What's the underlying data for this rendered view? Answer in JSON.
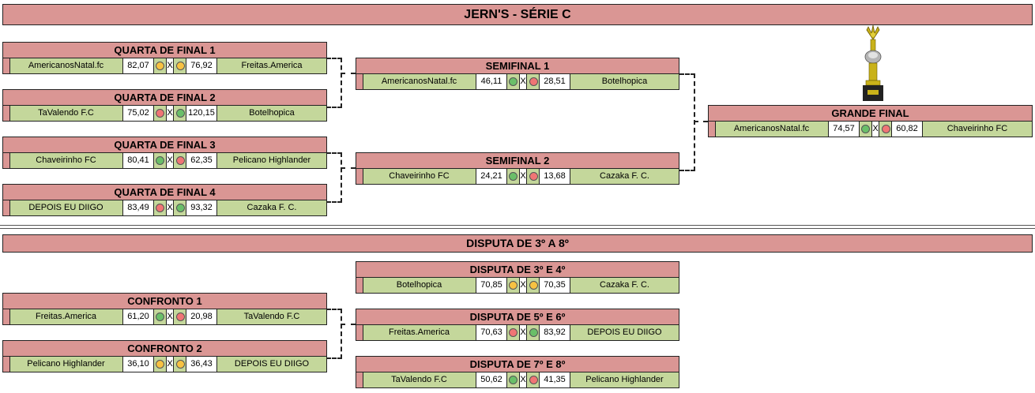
{
  "title": "JERN'S - SÉRIE C",
  "subtitle": "DISPUTA DE 3º A 8º",
  "colors": {
    "header": "#da9694",
    "row": "#c4d79b",
    "win": "#6abf69",
    "loss": "#f07575",
    "tie": "#f7c242"
  },
  "matches": {
    "qf1": {
      "label": "QUARTA DE FINAL 1",
      "home": "AmericanosNatal.fc",
      "home_score": "82,07",
      "home_status": "yellow",
      "away_status": "yellow",
      "away_score": "76,92",
      "away": "Freitas.America",
      "sep": "X"
    },
    "qf2": {
      "label": "QUARTA DE FINAL 2",
      "home": "TaValendo F.C",
      "home_score": "75,02",
      "home_status": "red",
      "away_status": "green",
      "away_score": "120,15",
      "away": "Botelhopica",
      "sep": "X"
    },
    "qf3": {
      "label": "QUARTA DE FINAL 3",
      "home": "Chaveirinho FC",
      "home_score": "80,41",
      "home_status": "green",
      "away_status": "red",
      "away_score": "62,35",
      "away": "Pelicano Highlander",
      "sep": "X"
    },
    "qf4": {
      "label": "QUARTA DE FINAL 4",
      "home": "DEPOIS EU DIIGO",
      "home_score": "83,49",
      "home_status": "red",
      "away_status": "green",
      "away_score": "93,32",
      "away": "Cazaka F. C.",
      "sep": "X"
    },
    "sf1": {
      "label": "SEMIFINAL 1",
      "home": "AmericanosNatal.fc",
      "home_score": "46,11",
      "home_status": "green",
      "away_status": "red",
      "away_score": "28,51",
      "away": "Botelhopica",
      "sep": "X"
    },
    "sf2": {
      "label": "SEMIFINAL 2",
      "home": "Chaveirinho FC",
      "home_score": "24,21",
      "home_status": "green",
      "away_status": "red",
      "away_score": "13,68",
      "away": "Cazaka F. C.",
      "sep": "X"
    },
    "final": {
      "label": "GRANDE FINAL",
      "home": "AmericanosNatal.fc",
      "home_score": "74,57",
      "home_status": "green",
      "away_status": "red",
      "away_score": "60,82",
      "away": "Chaveirinho FC",
      "sep": "X"
    },
    "c1": {
      "label": "CONFRONTO 1",
      "home": "Freitas.America",
      "home_score": "61,20",
      "home_status": "green",
      "away_status": "red",
      "away_score": "20,98",
      "away": "TaValendo F.C",
      "sep": "X"
    },
    "c2": {
      "label": "CONFRONTO 2",
      "home": "Pelicano Highlander",
      "home_score": "36,10",
      "home_status": "yellow",
      "away_status": "yellow",
      "away_score": "36,43",
      "away": "DEPOIS EU DIIGO",
      "sep": "X"
    },
    "d34": {
      "label": "DISPUTA DE 3º E 4º",
      "home": "Botelhopica",
      "home_score": "70,85",
      "home_status": "yellow",
      "away_status": "yellow",
      "away_score": "70,35",
      "away": "Cazaka F. C.",
      "sep": "X"
    },
    "d56": {
      "label": "DISPUTA DE 5º E 6º",
      "home": "Freitas.America",
      "home_score": "70,63",
      "home_status": "red",
      "away_status": "green",
      "away_score": "83,92",
      "away": "DEPOIS EU DIIGO",
      "sep": "X"
    },
    "d78": {
      "label": "DISPUTA DE 7º E 8º",
      "home": "TaValendo F.C",
      "home_score": "50,62",
      "home_status": "green",
      "away_status": "red",
      "away_score": "41,35",
      "away": "Pelicano Highlander",
      "sep": "X"
    }
  }
}
